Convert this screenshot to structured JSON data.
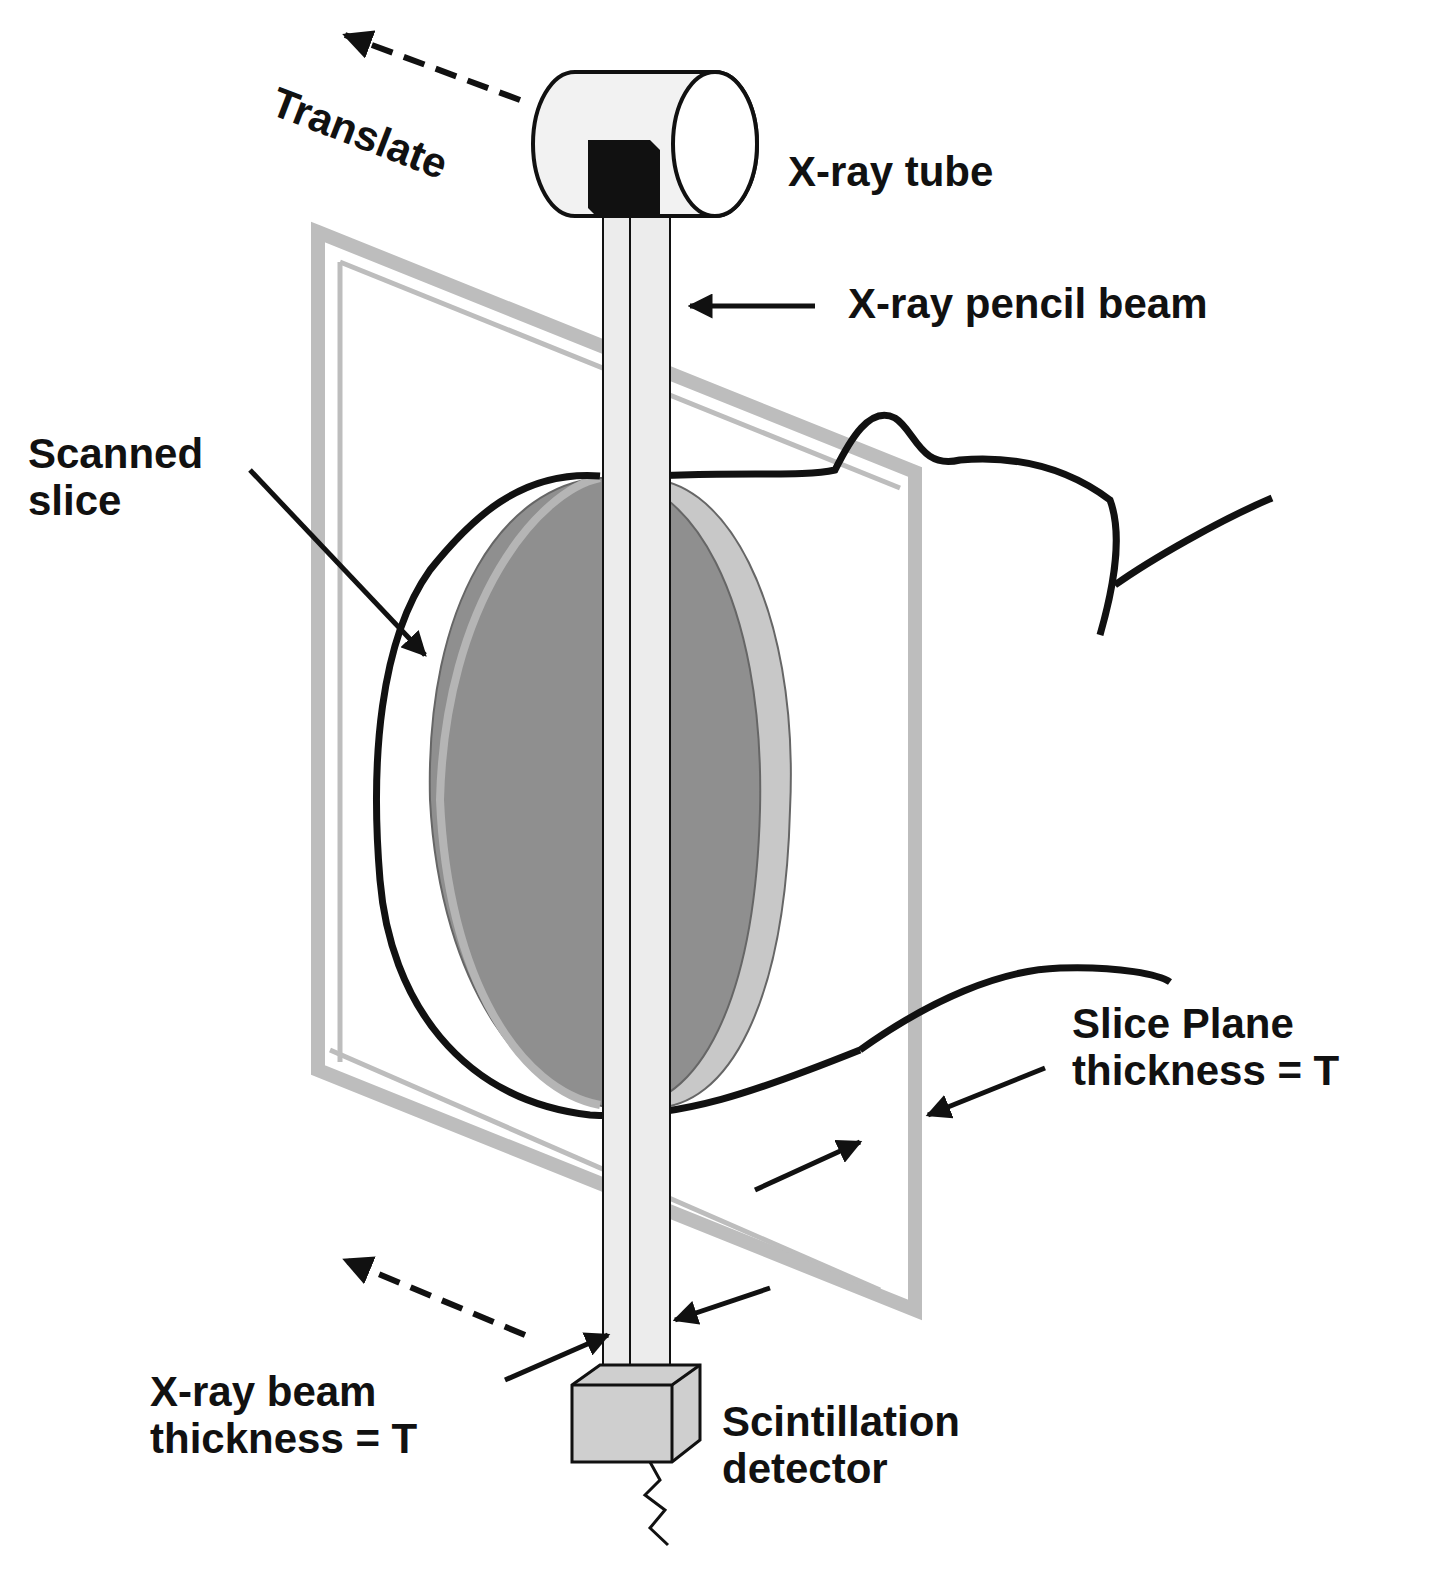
{
  "diagram": {
    "labels": [
      "Translate",
      "X-ray tube",
      "X-ray pencil beam",
      "Scanned slice",
      "Slice Plane thickness = T",
      "X-ray beam thickness = T",
      "Scintillation detector"
    ]
  }
}
